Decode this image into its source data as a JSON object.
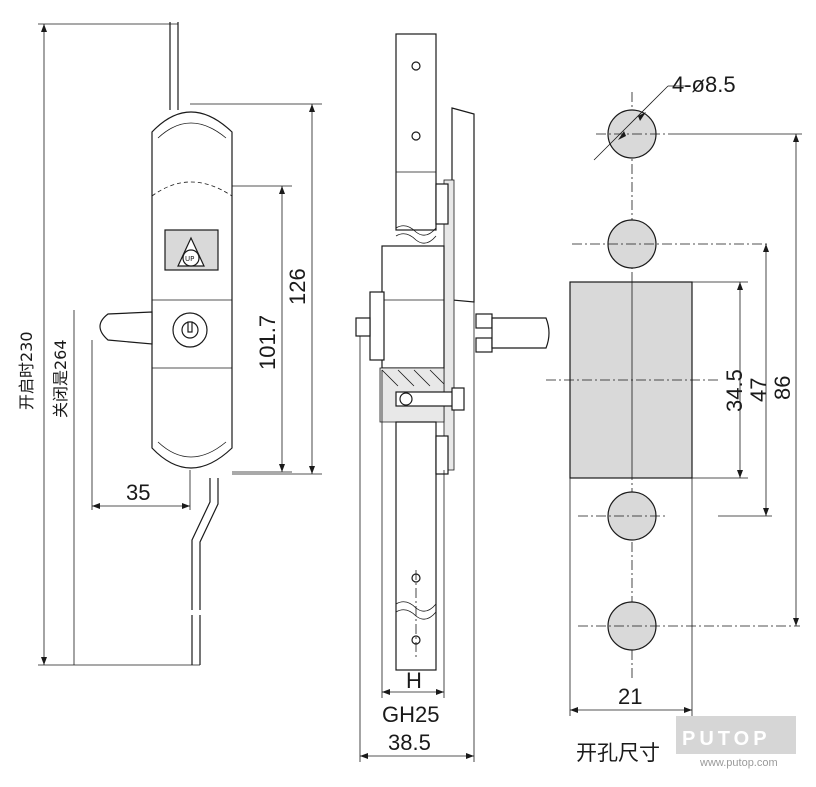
{
  "labels": {
    "hole_spec": "4-ø8.5",
    "dim_35": "35",
    "dim_101_7": "101.7",
    "dim_126": "126",
    "dim_38_5": "38.5",
    "dim_h": "H",
    "dim_gh25": "GH25",
    "dim_34_5": "34.5",
    "dim_47": "47",
    "dim_86": "86",
    "dim_21": "21",
    "open_230": "开启时230",
    "close_264": "关闭是264",
    "cutout_size": "开孔尺寸",
    "up_mark": "UP"
  },
  "logo": {
    "name": "PUTOP",
    "url": "www.putop.com"
  }
}
